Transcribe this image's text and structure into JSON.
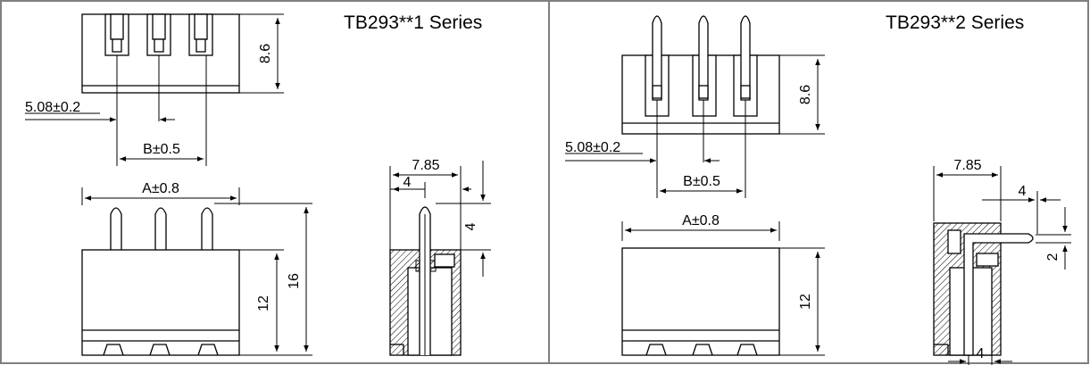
{
  "colors": {
    "frame": "#808080",
    "divider": "#808080",
    "line": "#000000",
    "fill_gray": "#c8c8c8"
  },
  "left_panel": {
    "title": "TB293**1 Series",
    "dims": {
      "top_height": "8.6",
      "pitch": "5.08±0.2",
      "b_width": "B±0.5",
      "a_width": "A±0.8",
      "body_height": "12",
      "total_height": "16",
      "side_width": "7.85",
      "side_offset": "4",
      "pin_length": "4"
    }
  },
  "right_panel": {
    "title": "TB293**2 Series",
    "dims": {
      "top_height": "8.6",
      "pitch": "5.08±0.2",
      "b_width": "B±0.5",
      "a_width": "A±0.8",
      "body_height": "12",
      "side_width": "7.85",
      "pin_offset": "4",
      "pin_height": "2",
      "bottom_offset": "4"
    }
  }
}
